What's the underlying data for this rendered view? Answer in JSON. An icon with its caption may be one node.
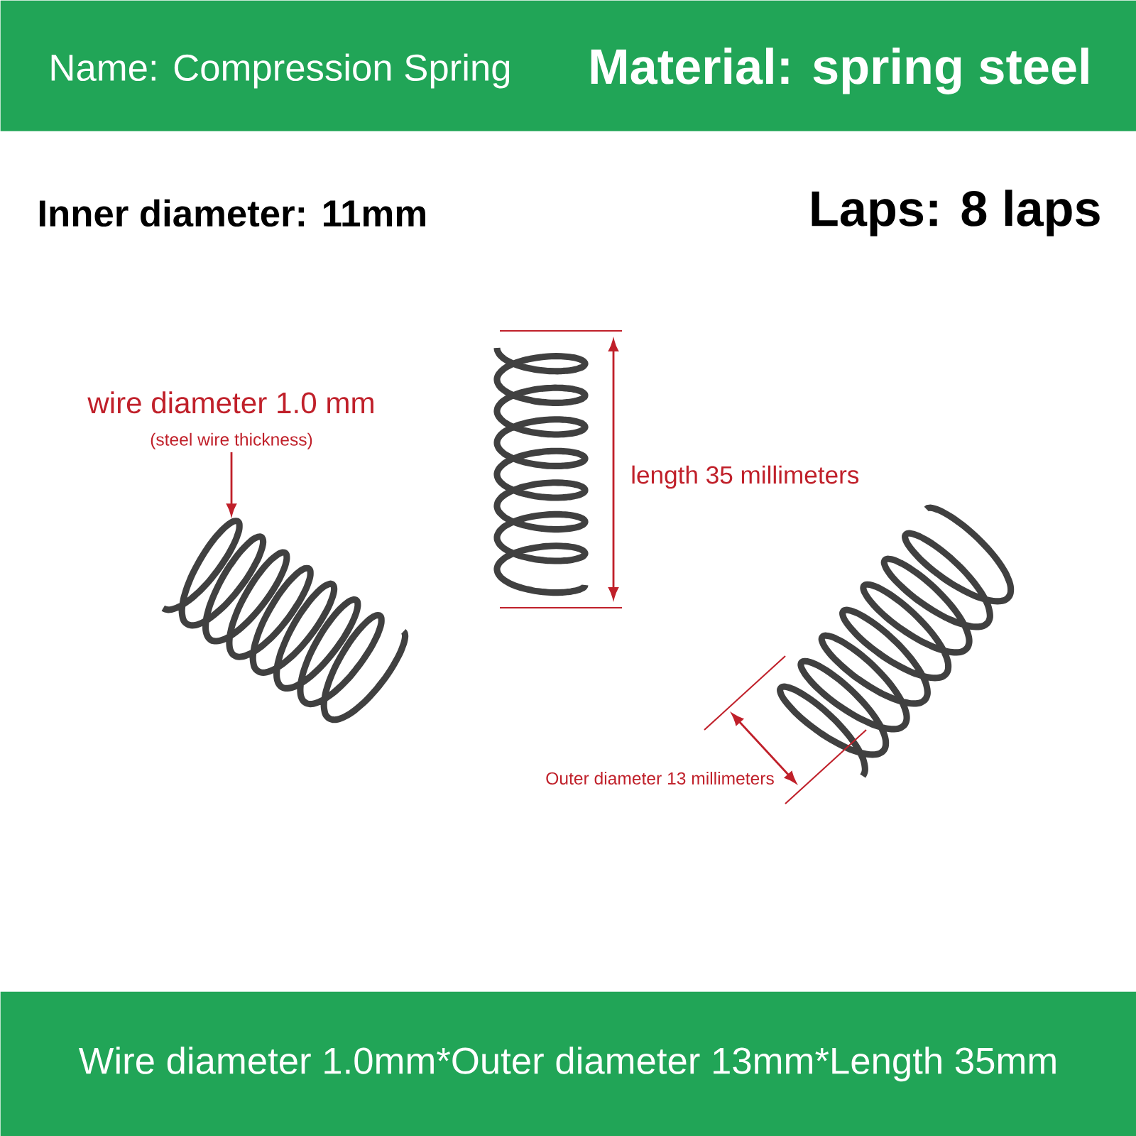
{
  "diagram": {
    "nodes": [
      {
        "text": [
          "Name: Compression Spring",
          "Material: spring steel"
        ]
      },
      {
        "text": [
          "wire diameter 1.0 mm",
          "(steel wire thickness)"
        ]
      },
      {
        "text": [],
        "shape": "picture"
      },
      {
        "text": [
          "Wire diameter 1.0mm*Outer diameter 13mm*Length 35mm"
        ]
      }
    ],
    "edges": [
      {
        "from": 1,
        "to": 2,
        "arrow": "to",
        "color": "#c0202a"
      }
    ],
    "labels": [
      "Inner diameter: 11mm",
      "Laps: 8 laps",
      "length 35 millimeters",
      "Outer diameter 13 millimeters"
    ]
  }
}
